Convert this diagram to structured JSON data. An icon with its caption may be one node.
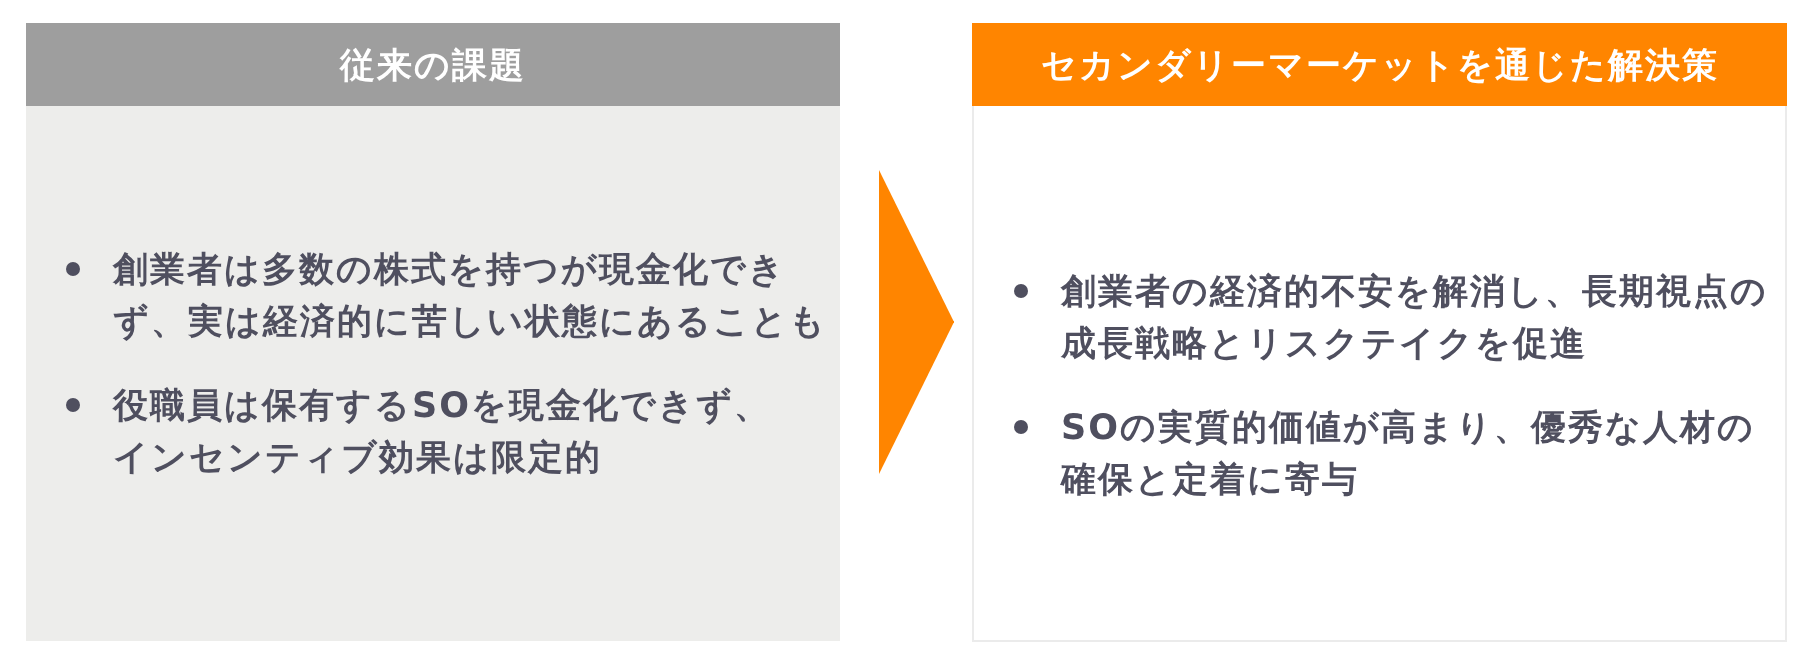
{
  "diagram": {
    "nodes": [
      {
        "text": [
          "従来の課題",
          "創業者は多数の株式を持つが現金化できず、実は経済的に苦しい状態にあることも",
          "役職員は保有するSOを現金化できず、インセンティブ効果は限定的"
        ]
      },
      {
        "text": [
          "セカンダリーマーケットを通じた解決策",
          "創業者の経済的不安を解消し、長期視点の成長戦略とリスクテイクを促進",
          "SOの実質的価値が高まり、優秀な人材の確保と定着に寄与"
        ]
      }
    ],
    "edges": [
      {
        "from": 0,
        "to": 1,
        "arrow": "to"
      }
    ]
  }
}
